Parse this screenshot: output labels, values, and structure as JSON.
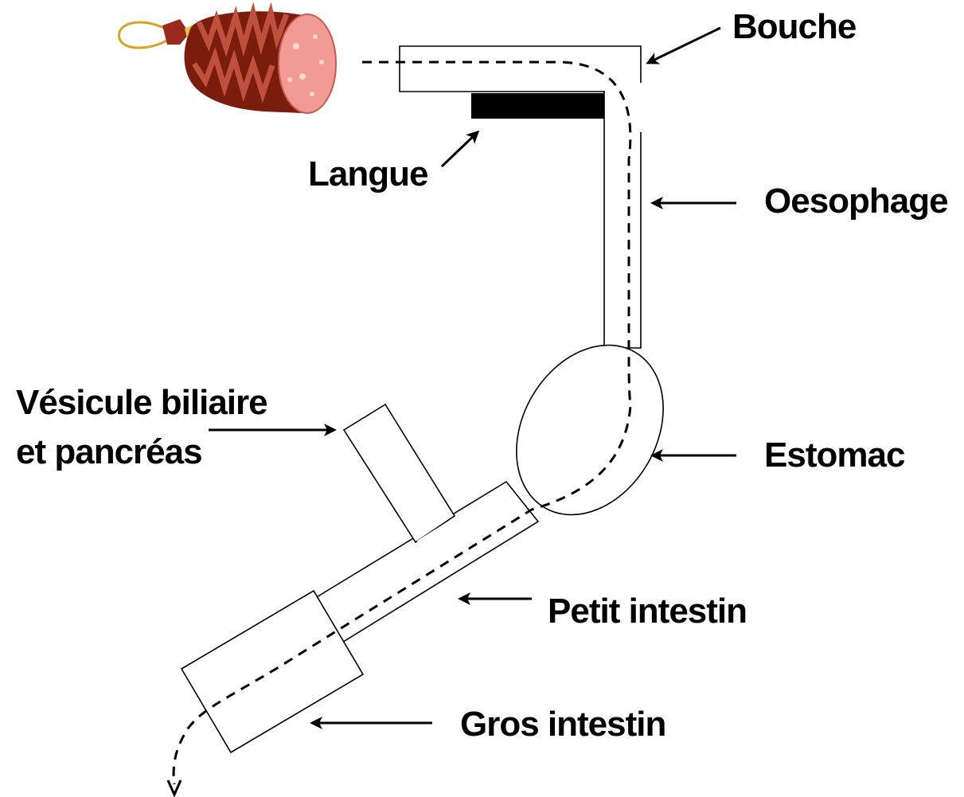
{
  "labels": {
    "bouche": "Bouche",
    "langue": "Langue",
    "oesophage": "Oesophage",
    "vesicule_line1": "Vésicule biliaire",
    "vesicule_line2": "et pancréas",
    "estomac": "Estomac",
    "petit_intestin": "Petit intestin",
    "gros_intestin": "Gros intestin"
  },
  "colors": {
    "outline": "#000000",
    "background": "#ffffff",
    "sausage_dark": "#7a1d0c",
    "sausage_mid": "#a83a2a",
    "sausage_cut": "#f29a94",
    "string": "#d9a32a"
  }
}
